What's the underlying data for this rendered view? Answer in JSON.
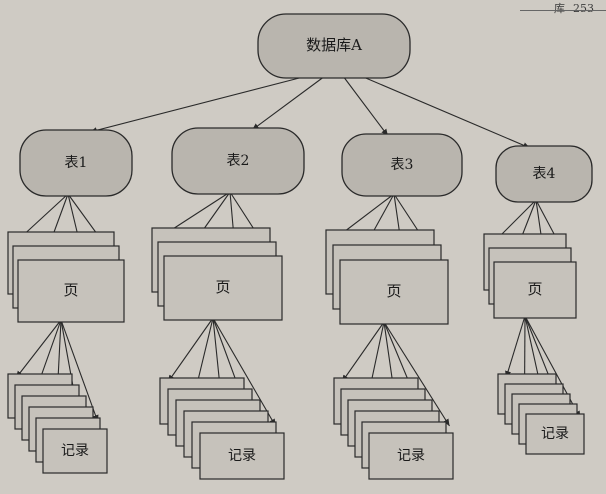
{
  "header": {
    "section": "库",
    "page_number": "253"
  },
  "diagram": {
    "root": {
      "label": "数据库A"
    },
    "tables": [
      {
        "label": "表1",
        "page_label": "页",
        "record_label": "记录"
      },
      {
        "label": "表2",
        "page_label": "页",
        "record_label": "记录"
      },
      {
        "label": "表3",
        "page_label": "页",
        "record_label": "记录"
      },
      {
        "label": "表4",
        "page_label": "页",
        "record_label": "记录"
      }
    ],
    "colors": {
      "node_fill": "#b9b5ae",
      "box_fill": "#c6c2bb",
      "stroke": "#2a2a2a",
      "background": "#cfcbc4"
    }
  }
}
